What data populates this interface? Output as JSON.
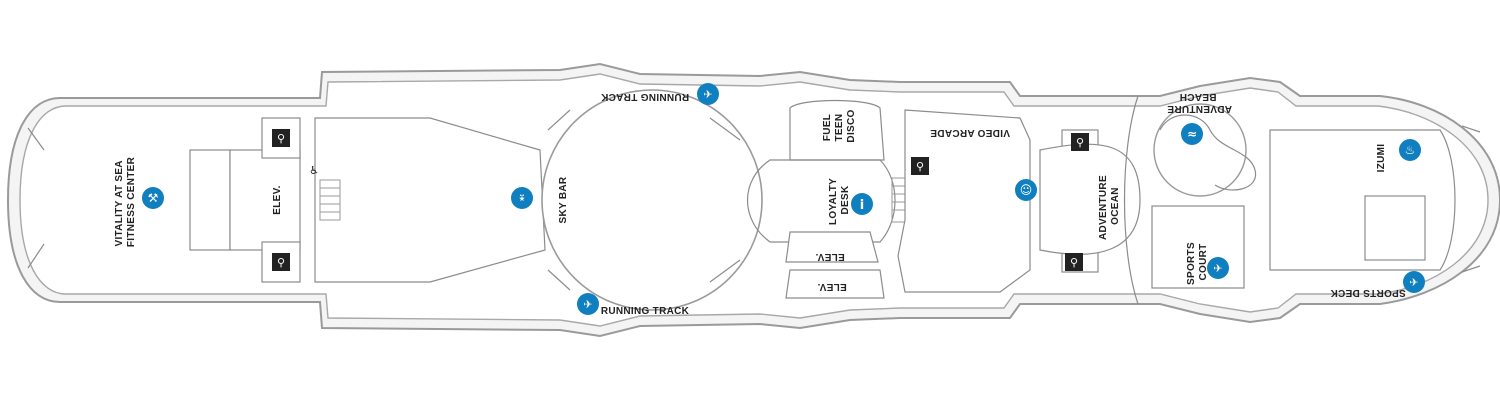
{
  "map": {
    "labels": {
      "fitness": [
        "VITALITY AT SEA",
        "FITNESS CENTER"
      ],
      "elev_fwd": "ELEV.",
      "sky_bar": "SKY BAR",
      "running_track_top": "RUNNING TRACK",
      "running_track_bottom": "RUNNING TRACK",
      "fuel": [
        "FUEL",
        "TEEN",
        "DISCO"
      ],
      "loyalty": [
        "LOYALTY",
        "DESK"
      ],
      "elev_mid_1": "ELEV.",
      "elev_mid_2": "ELEV.",
      "video_arcade": "VIDEO ARCADE",
      "adventure_ocean": [
        "ADVENTURE",
        "OCEAN"
      ],
      "adventure_beach": [
        "ADVENTURE",
        "BEACH"
      ],
      "sports_court": [
        "SPORTS",
        "COURT"
      ],
      "izumi": "IZUMI",
      "sports_deck": "SPORTS DECK"
    },
    "icons": [
      {
        "name": "fitness-icon",
        "glyph": "⚒"
      },
      {
        "name": "cocktail-icon",
        "glyph": "⍣"
      },
      {
        "name": "running-icon",
        "glyph": "✈"
      },
      {
        "name": "info-icon",
        "glyph": "i"
      },
      {
        "name": "kids-icon",
        "glyph": "☺"
      },
      {
        "name": "waterslide-icon",
        "glyph": "≈"
      },
      {
        "name": "dining-icon",
        "glyph": "♨"
      },
      {
        "name": "restroom-icon",
        "glyph": "⚲"
      },
      {
        "name": "accessible-icon",
        "glyph": "♿"
      }
    ],
    "colors": {
      "icon_blue": "#0f7fc0",
      "hull_stroke": "#9a9a9a",
      "label": "#222222"
    }
  }
}
